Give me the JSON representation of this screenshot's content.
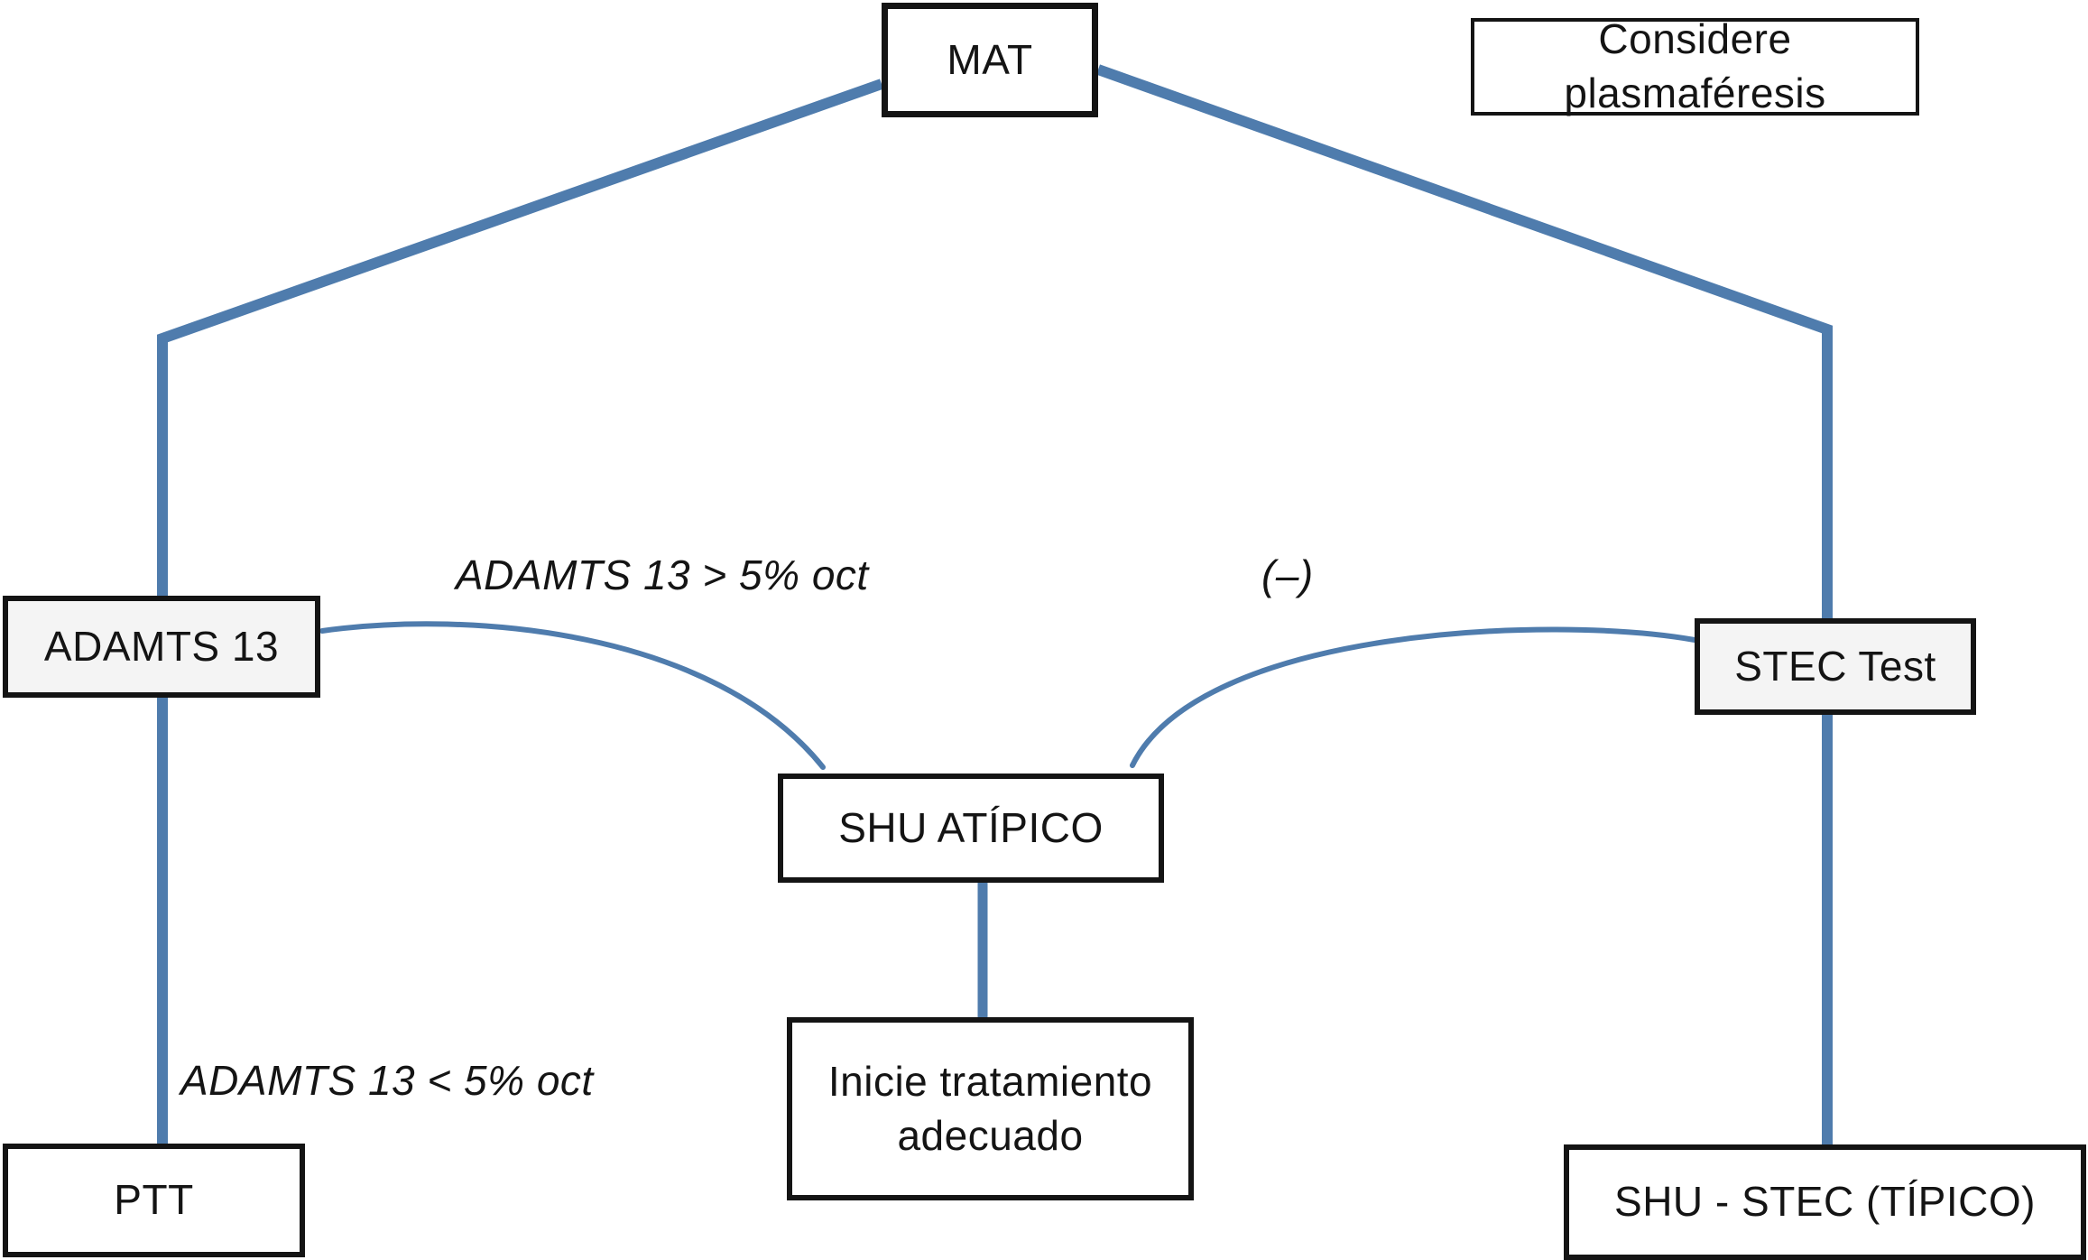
{
  "diagram": {
    "title_implied": "",
    "nodes": {
      "mat": "MAT",
      "considere": "Considere plasmaféresis",
      "adamts13": "ADAMTS 13",
      "stec_test": "STEC Test",
      "shu_atipico": "SHU ATÍPICO",
      "inicie": "Inicie tratamiento adecuado",
      "ptt": "PTT",
      "shu_stec": "SHU - STEC (TÍPICO)"
    },
    "edge_labels": {
      "adamts_gt": "ADAMTS 13 > 5% oct",
      "stec_negative": "(–)",
      "adamts_lt": "ADAMTS 13 < 5% oct"
    },
    "colors": {
      "connector_blue": "#4F7CAD",
      "box_border": "#141414",
      "text": "#141414",
      "shaded_box_bg": "#f4f4f4"
    }
  }
}
